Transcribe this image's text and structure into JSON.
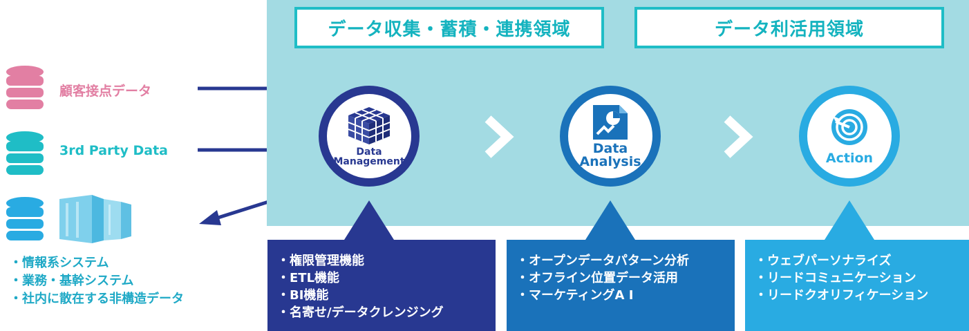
{
  "regions": {
    "collect": "データ収集・蓄積・連携領域",
    "use": "データ利活用領域"
  },
  "sources": {
    "customer": "顧客接点データ",
    "third_party": "3rd Party Data",
    "legacy": [
      "・情報系システム",
      "・業務・基幹システム",
      "・社内に散在する非構造データ"
    ]
  },
  "stages": {
    "management": {
      "line1": "Data",
      "line2": "Management",
      "icon": "cube-grid-icon"
    },
    "analysis": {
      "line1": "Data",
      "line2": "Analysis",
      "icon": "chart-document-icon"
    },
    "action": {
      "line1": "Action",
      "icon": "target-arrow-icon"
    }
  },
  "features": {
    "management": [
      "・権限管理機能",
      "・ETL機能",
      "・BI機能",
      "・名寄せ/データクレンジング"
    ],
    "analysis": [
      "・オープンデータパターン分析",
      "・オフライン位置データ活用",
      "・マーケティングA I"
    ],
    "action": [
      "・ウェブパーソナライズ",
      "・リードコミュニケーション",
      "・リードクオリフィケーション"
    ]
  },
  "colors": {
    "panel": "#a3dbe3",
    "teal": "#1fbdc6",
    "navy": "#283891",
    "blue": "#1a72ba",
    "sky": "#29abe2",
    "pink": "#e27fa3"
  }
}
